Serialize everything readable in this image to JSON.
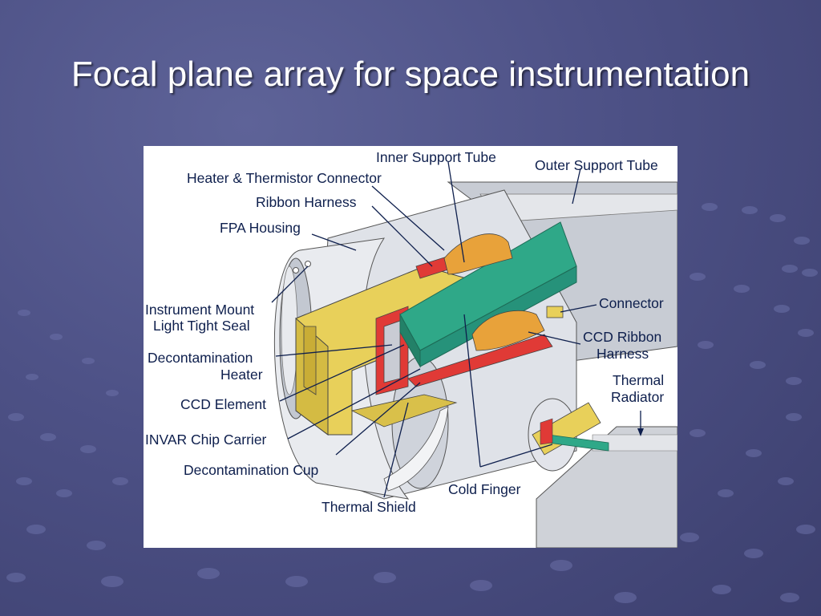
{
  "slide": {
    "title": "Focal plane array for space instrumentation",
    "background_color": "#4d5186"
  },
  "diagram": {
    "labels": {
      "inner_support_tube": "Inner Support Tube",
      "outer_support_tube": "Outer Support Tube",
      "heater_thermistor_connector": "Heater & Thermistor Connector",
      "ribbon_harness": "Ribbon Harness",
      "fpa_housing": "FPA Housing",
      "instrument_mount_line1": "Instrument Mount",
      "instrument_mount_line2": "Light Tight Seal",
      "connector": "Connector",
      "ccd_ribbon_line1": "CCD Ribbon",
      "ccd_ribbon_line2": "Harness",
      "decon_heater_line1": "Decontamination",
      "decon_heater_line2": "Heater",
      "thermal_radiator_line1": "Thermal",
      "thermal_radiator_line2": "Radiator",
      "ccd_element": "CCD Element",
      "invar_chip_carrier": "INVAR Chip Carrier",
      "decontamination_cup": "Decontamination Cup",
      "cold_finger": "Cold Finger",
      "thermal_shield": "Thermal Shield"
    },
    "colors": {
      "housing_silver": "#d9dde5",
      "gold": "#e8d05a",
      "red": "#e03a36",
      "teal": "#2fa888",
      "orange": "#e8a23a",
      "label_text": "#0e1f4d"
    }
  }
}
